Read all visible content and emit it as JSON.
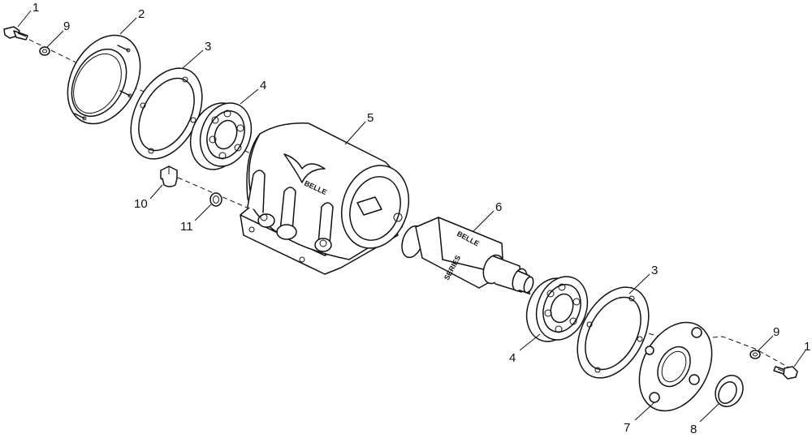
{
  "callouts": {
    "c1a": "1",
    "c9a": "9",
    "c2": "2",
    "c3a": "3",
    "c4a": "4",
    "c5": "5",
    "c10": "10",
    "c11": "11",
    "c6": "6",
    "c3b": "3",
    "c4b": "4",
    "c9b": "9",
    "c1b": "1",
    "c7": "7",
    "c8": "8"
  },
  "markings": {
    "housing_brand": "BELLE",
    "shaft_mark_a": "BELLE",
    "shaft_mark_b": "SERIES"
  }
}
